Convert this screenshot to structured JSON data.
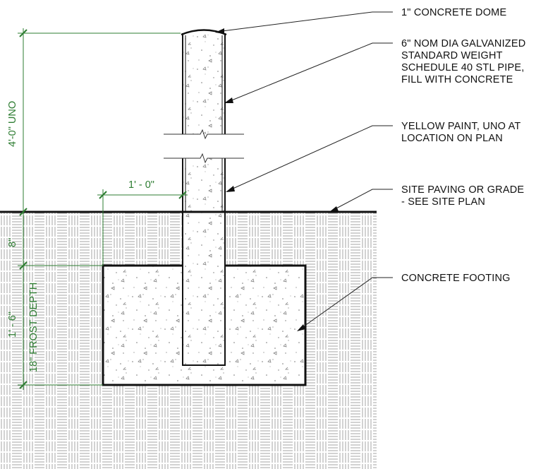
{
  "diagram": {
    "callouts": {
      "concrete_dome": [
        "1\" CONCRETE DOME"
      ],
      "pipe": [
        "6\" NOM DIA GALVANIZED",
        "STANDARD WEIGHT",
        "SCHEDULE 40 STL PIPE,",
        "FILL WITH CONCRETE"
      ],
      "paint": [
        "YELLOW PAINT, UNO AT",
        "LOCATION ON PLAN"
      ],
      "paving": [
        "SITE PAVING OR GRADE",
        "- SEE SITE PLAN"
      ],
      "footing": [
        "CONCRETE FOOTING"
      ]
    },
    "dimensions": {
      "height": "4'-0\" UNO",
      "offset": "1' - 0\"",
      "top_depth": "8\"",
      "footing_depth": "1' - 6\"",
      "frost_depth": "18\" FROST DEPTH"
    },
    "colors": {
      "dimension": "#2e7d32",
      "linework": "#111111",
      "hatch": "#9a9a9a",
      "concrete_speckle": "#777777"
    }
  }
}
